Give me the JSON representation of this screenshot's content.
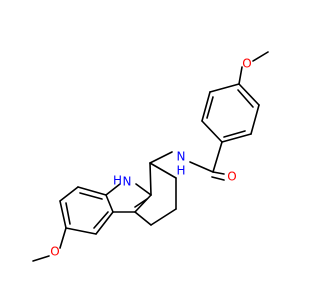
{
  "colors": {
    "bond": "#000000",
    "oxygen": "#ff0000",
    "nitrogen": "#0000ff",
    "background": "#ffffff"
  },
  "atoms": {
    "o_top": "O",
    "o_carbonyl": "O",
    "o_bottom": "O",
    "n_amide": "N",
    "h_amide": "H",
    "n_indole": "N",
    "h_indole": "H"
  }
}
